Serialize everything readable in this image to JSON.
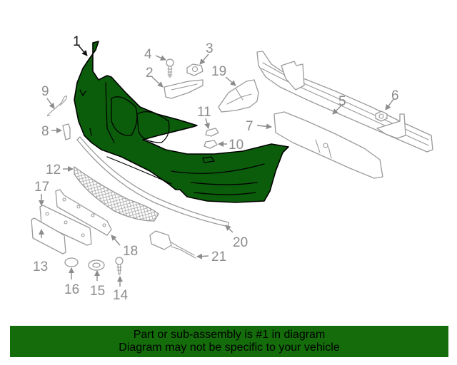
{
  "diagram": {
    "title": "Front bumper cover exploded parts diagram",
    "highlight_color": "#0b5c0b",
    "callouts": [
      {
        "id": "1",
        "label": "1",
        "part": "bumper-cover",
        "highlighted": true
      },
      {
        "id": "2",
        "label": "2",
        "part": "bracket"
      },
      {
        "id": "3",
        "label": "3",
        "part": "clip-nut"
      },
      {
        "id": "4",
        "label": "4",
        "part": "screw"
      },
      {
        "id": "5",
        "label": "5",
        "part": "impact-bar"
      },
      {
        "id": "6",
        "label": "6",
        "part": "nut"
      },
      {
        "id": "7",
        "label": "7",
        "part": "energy-absorber"
      },
      {
        "id": "8",
        "label": "8",
        "part": "clip"
      },
      {
        "id": "9",
        "label": "9",
        "part": "wire-bracket"
      },
      {
        "id": "10",
        "label": "10",
        "part": "cover-cap"
      },
      {
        "id": "11",
        "label": "11",
        "part": "tow-hook-cover"
      },
      {
        "id": "12",
        "label": "12",
        "part": "lower-grille"
      },
      {
        "id": "13",
        "label": "13",
        "part": "license-bracket"
      },
      {
        "id": "14",
        "label": "14",
        "part": "screw"
      },
      {
        "id": "15",
        "label": "15",
        "part": "grommet"
      },
      {
        "id": "16",
        "label": "16",
        "part": "plug"
      },
      {
        "id": "17",
        "label": "17",
        "part": "license-plate-base"
      },
      {
        "id": "18",
        "label": "18",
        "part": "support"
      },
      {
        "id": "19",
        "label": "19",
        "part": "air-duct"
      },
      {
        "id": "20",
        "label": "20",
        "part": "trim-strip"
      },
      {
        "id": "21",
        "label": "21",
        "part": "sensor"
      }
    ]
  },
  "banner": {
    "line1": "Part or sub-assembly is #1 in diagram",
    "line2": "Diagram may not be specific to your vehicle",
    "background": "#146d0a"
  }
}
